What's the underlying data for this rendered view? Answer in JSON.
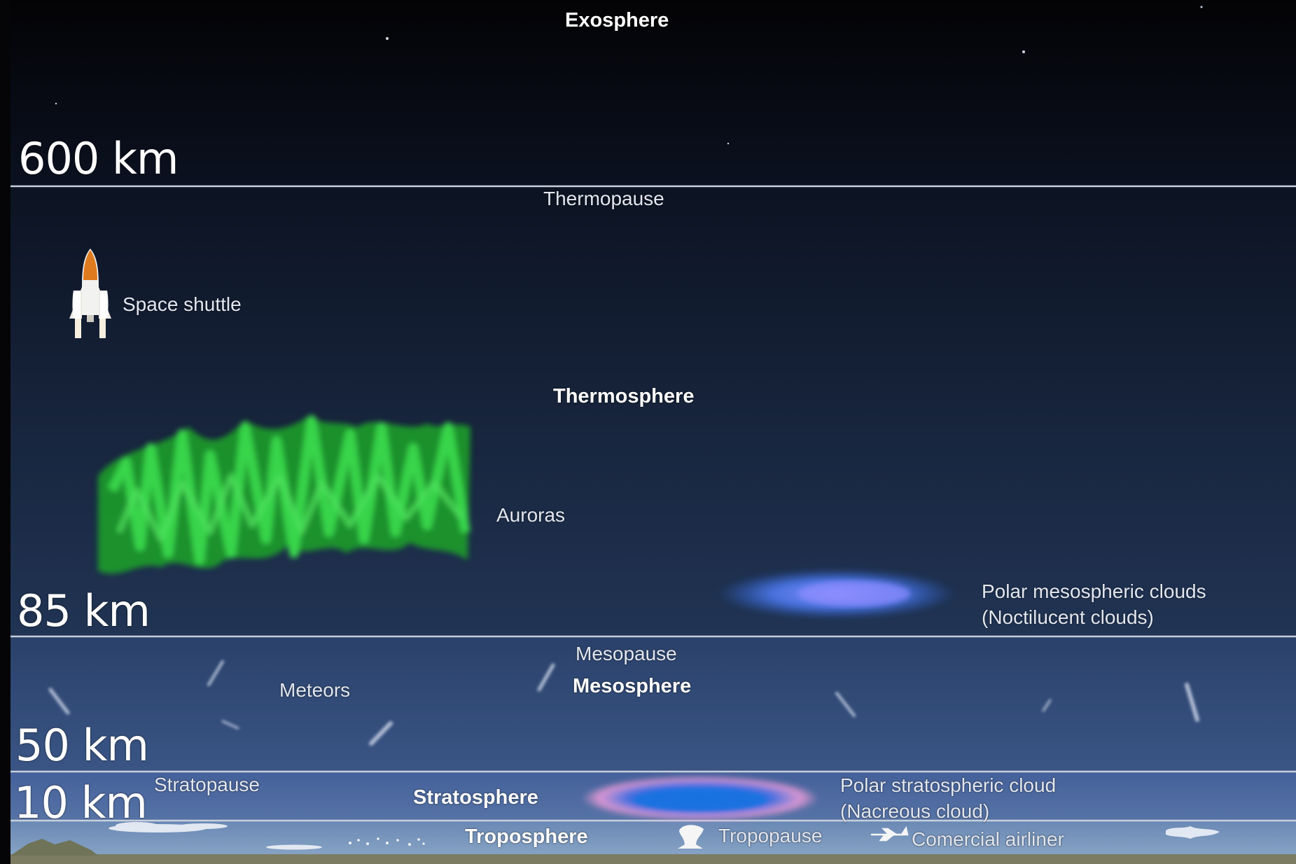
{
  "layers": {
    "exosphere": "Exosphere",
    "thermosphere": "Thermosphere",
    "mesosphere": "Mesosphere",
    "stratosphere": "Stratosphere",
    "troposphere": "Troposphere"
  },
  "boundaries": {
    "thermopause": "Thermopause",
    "mesopause": "Mesopause",
    "stratopause": "Stratopause",
    "tropopause": "Tropopause"
  },
  "altitudes": {
    "km600": "600 km",
    "km85": "85 km",
    "km50": "50 km",
    "km10": "10 km"
  },
  "features": {
    "space_shuttle": "Space shuttle",
    "auroras": "Auroras",
    "polar_mesospheric_line1": "Polar mesospheric clouds",
    "polar_mesospheric_line2": "(Noctilucent clouds)",
    "meteors": "Meteors",
    "polar_stratospheric_line1": "Polar stratospheric cloud",
    "polar_stratospheric_line2": "(Nacreous cloud)",
    "airliner": "Comercial airliner"
  },
  "colors": {
    "exosphere": "#07080d",
    "thermosphere_top": "#0d1525",
    "thermosphere_bottom": "#1f3152",
    "mesosphere": "#2e4570",
    "stratosphere": "#4a6595",
    "troposphere": "#6f8fb8",
    "boundary_line": "#c8d0dc",
    "aurora": "#2bd13a",
    "noctilucent": "#5a8cff",
    "nacreous": "#e79ad6"
  },
  "icons": [
    "space-shuttle-icon",
    "aurora-icon",
    "noctilucent-cloud-icon",
    "meteor-icon",
    "nacreous-cloud-icon",
    "cloud-icon",
    "airliner-icon",
    "mountain-icon"
  ]
}
